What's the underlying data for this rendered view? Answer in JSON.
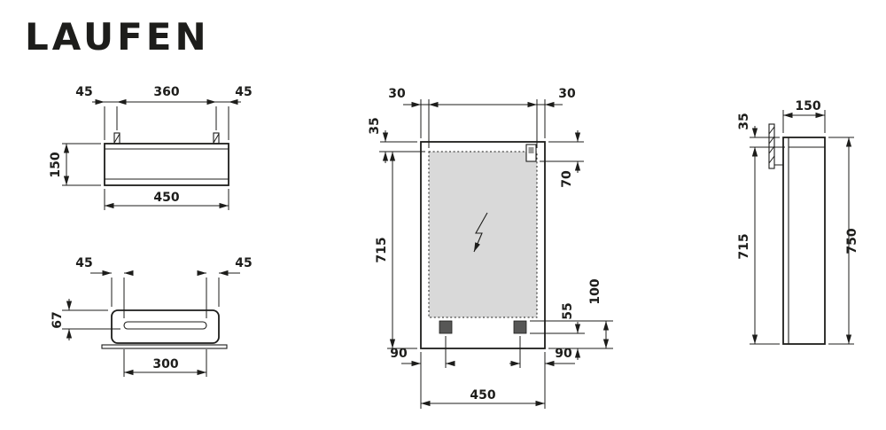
{
  "brand": {
    "logo": "LAUFEN"
  },
  "top_view": {
    "bracket_offset_left": "45",
    "bracket_spacing": "360",
    "bracket_offset_right": "45",
    "depth": "150",
    "width": "450"
  },
  "shelf_view": {
    "offset_left": "45",
    "offset_right": "45",
    "height": "67",
    "slot_width": "300"
  },
  "front_view": {
    "inset_left": "30",
    "inset_right": "30",
    "top_margin": "35",
    "connection_offset": "70",
    "mirror_height": "715",
    "socket_height_top": "100",
    "socket_height_bottom": "55",
    "socket_offset_left": "90",
    "socket_offset_right": "90",
    "width": "450"
  },
  "side_view": {
    "depth": "150",
    "top_margin": "35",
    "body_height": "715",
    "total_height": "750"
  },
  "symbols": {
    "power_connection_icon": "lightning-bolt"
  },
  "colors": {
    "line": "#1d1d1b",
    "mirror_fill": "#d9d9d9",
    "socket_fill": "#575756"
  }
}
